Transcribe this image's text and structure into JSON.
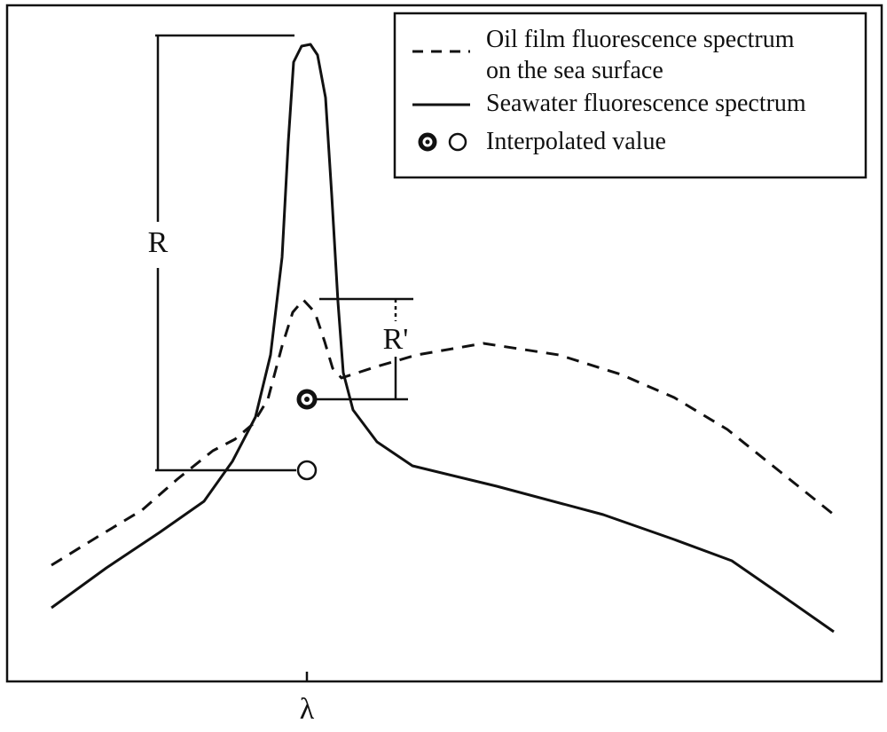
{
  "chart_data": {
    "type": "line",
    "title": "",
    "xlabel": "",
    "ylabel": "",
    "x_tick_labels": [
      "λ"
    ],
    "series": [
      {
        "name": "Oil film fluorescence spectrum on the sea surface",
        "style": "dashed"
      },
      {
        "name": "Seawater fluorescence spectrum",
        "style": "solid"
      }
    ],
    "annotations": [
      "R",
      "R'"
    ],
    "markers": {
      "name": "Interpolated value"
    },
    "legend_placement": "top-right",
    "grid": false
  },
  "legend": {
    "oil_line1": "Oil film fluorescence spectrum",
    "oil_line2": "on the sea surface",
    "seawater": "Seawater fluorescence spectrum",
    "interpolated": "Interpolated value"
  },
  "labels": {
    "r": "R",
    "r_prime": "R'",
    "lambda": "λ"
  },
  "colors": {
    "ink": "#111111",
    "background": "#ffffff"
  }
}
